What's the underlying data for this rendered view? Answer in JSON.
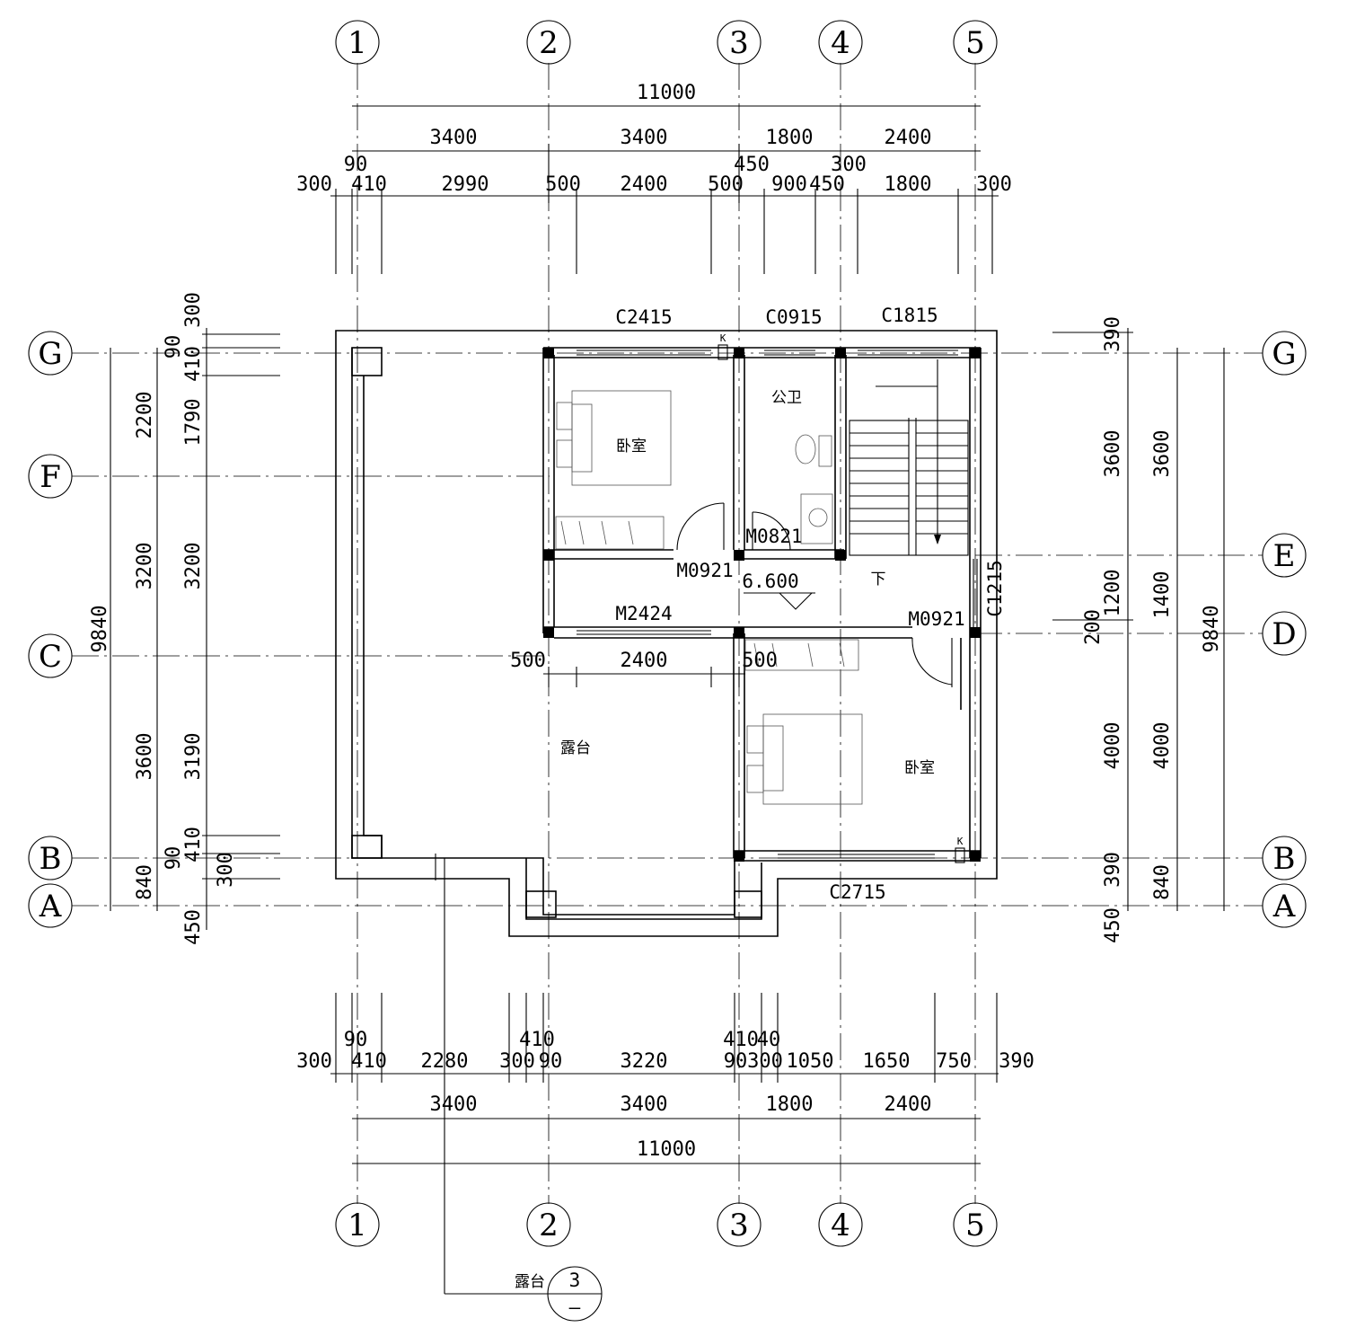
{
  "axes": {
    "vertical": [
      "1",
      "2",
      "3",
      "4",
      "5"
    ],
    "horizontal": [
      "G",
      "F",
      "E",
      "D",
      "C",
      "B",
      "A"
    ]
  },
  "dims": {
    "top_total": "11000",
    "top_bays": [
      "3400",
      "3400",
      "1800",
      "2400"
    ],
    "top_detail": [
      "300",
      "90",
      "410",
      "2990",
      "500",
      "2400",
      "500",
      "450",
      "900",
      "450",
      "300",
      "1800",
      "300"
    ],
    "bottom_detail": [
      "300",
      "90",
      "410",
      "2280",
      "300",
      "410",
      "90",
      "3220",
      "90",
      "410",
      "40",
      "300",
      "1050",
      "1650",
      "750",
      "390"
    ],
    "bottom_bays": [
      "3400",
      "3400",
      "1800",
      "2400"
    ],
    "bottom_total": "11000",
    "left_outer_total": "9840",
    "left_mid": [
      "2200",
      "3200",
      "3600",
      "840"
    ],
    "left_inner": [
      "300",
      "90",
      "410",
      "1790",
      "3200",
      "3190",
      "410",
      "90",
      "300",
      "450"
    ],
    "right_inner": [
      "390",
      "3600",
      "1200",
      "200",
      "4000",
      "390",
      "450"
    ],
    "right_mid": [
      "3600",
      "1400",
      "4000",
      "840"
    ],
    "right_outer_total": "9840",
    "terrace_inner": [
      "500",
      "2400",
      "500"
    ]
  },
  "windows": {
    "c2415": "C2415",
    "c0915": "C0915",
    "c1815": "C1815",
    "c1215": "C1215",
    "c2715": "C2715"
  },
  "doors": {
    "m0921_a": "M0921",
    "m0821": "M0821",
    "m2424": "M2424",
    "m0921_b": "M0921"
  },
  "rooms": {
    "bedroom_1": "卧室",
    "toilet": "公卫",
    "terrace": "露台",
    "bedroom_2": "卧室",
    "stair_down": "下"
  },
  "elevation": "6.600",
  "window_k": "K",
  "section_callout": {
    "label": "露台",
    "number": "3",
    "sheet": "—"
  }
}
